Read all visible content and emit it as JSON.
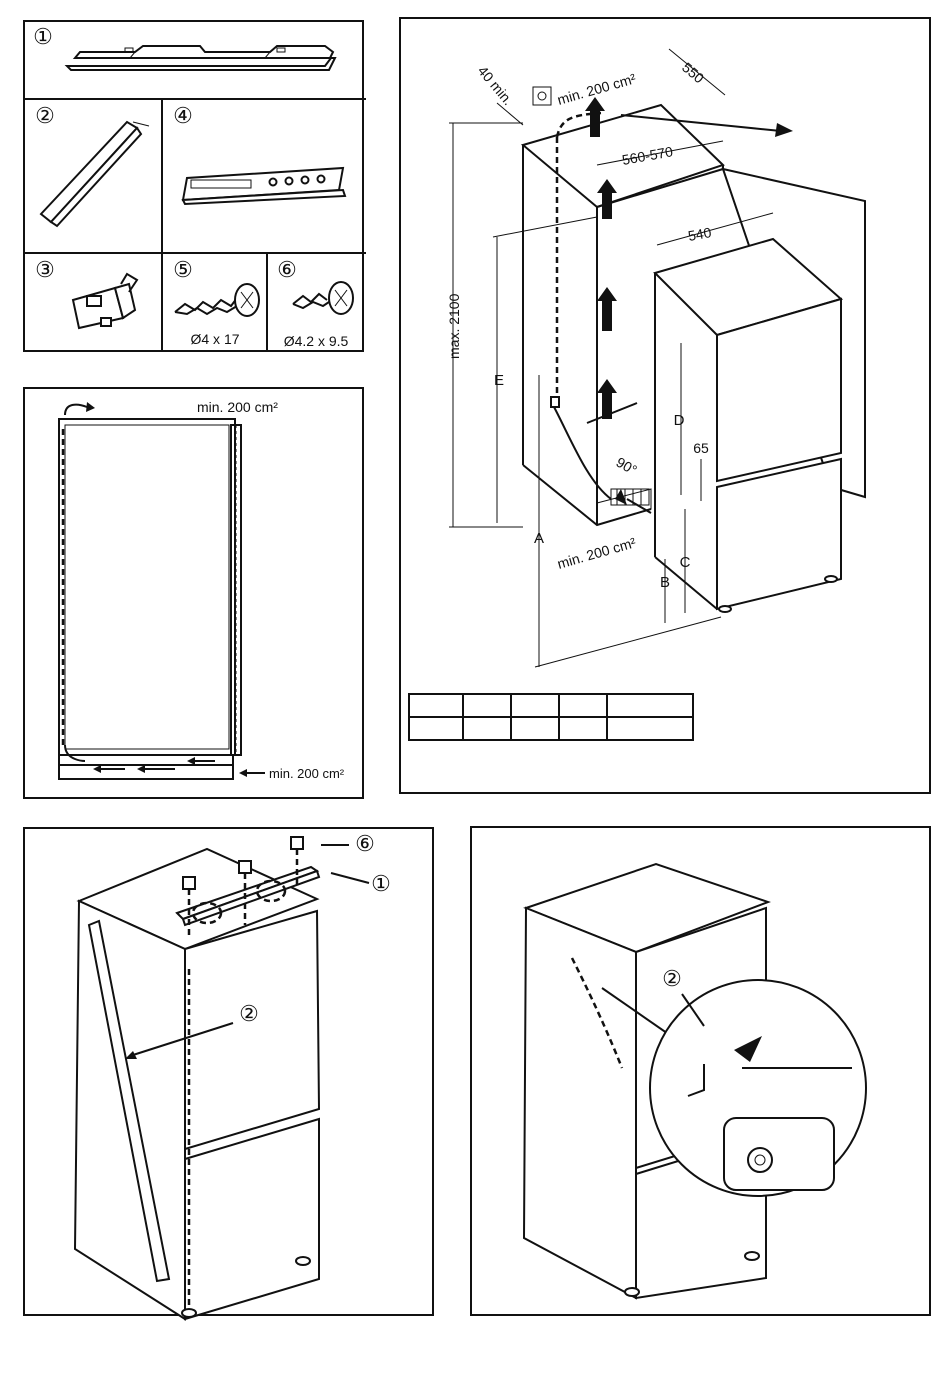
{
  "parts": {
    "p1": {
      "num": "①"
    },
    "p2": {
      "num": "②"
    },
    "p3": {
      "num": "③"
    },
    "p4": {
      "num": "④"
    },
    "p5": {
      "num": "⑤",
      "size": "Ø4 x 17"
    },
    "p6": {
      "num": "⑥",
      "size": "Ø4.2 x 9.5"
    }
  },
  "ventilation": {
    "top_label": "min. 200 cm²",
    "bottom_label": "min. 200 cm²"
  },
  "dimensions": {
    "gap_40": "40 min.",
    "top_vent": "min. 200 cm²",
    "depth_550": "550",
    "width_560_570": "560-570",
    "width_540": "540",
    "max_height": "max. 2100",
    "label_E": "E",
    "label_A": "A",
    "label_B": "B",
    "label_C": "C",
    "label_D": "D",
    "gap_65": "65",
    "angle": "90°",
    "bottom_vent": "min. 200 cm²"
  },
  "table": {
    "rows": [
      [
        "",
        "",
        "",
        "",
        ""
      ],
      [
        "",
        "",
        "",
        "",
        ""
      ]
    ]
  },
  "install": {
    "callout_6": "⑥",
    "callout_1": "①",
    "callout_2": "②"
  },
  "seal": {
    "callout_2": "②"
  }
}
